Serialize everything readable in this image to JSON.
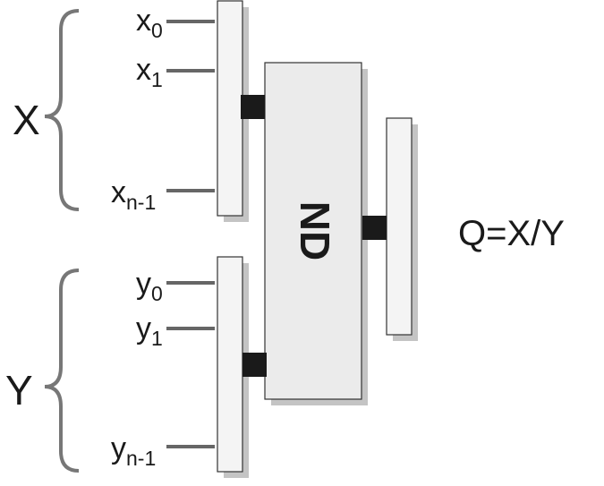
{
  "inputs": {
    "x": {
      "group_label": "X",
      "lines": [
        {
          "base": "x",
          "sub": "0"
        },
        {
          "base": "x",
          "sub": "1"
        },
        {
          "base": "x",
          "sub": "n-1"
        }
      ]
    },
    "y": {
      "group_label": "Y",
      "lines": [
        {
          "base": "y",
          "sub": "0"
        },
        {
          "base": "y",
          "sub": "1"
        },
        {
          "base": "y",
          "sub": "n-1"
        }
      ]
    }
  },
  "divider": {
    "label": "ND"
  },
  "output": {
    "label": "Q=X/Y"
  },
  "colors": {
    "line": "#666666",
    "block_fill": "#ebebeb",
    "bar_fill": "#f4f4f4",
    "stroke": "#333333",
    "connector": "#1a1a1a",
    "shadow": "#c4c4c4",
    "text": "#1a1a1a"
  }
}
